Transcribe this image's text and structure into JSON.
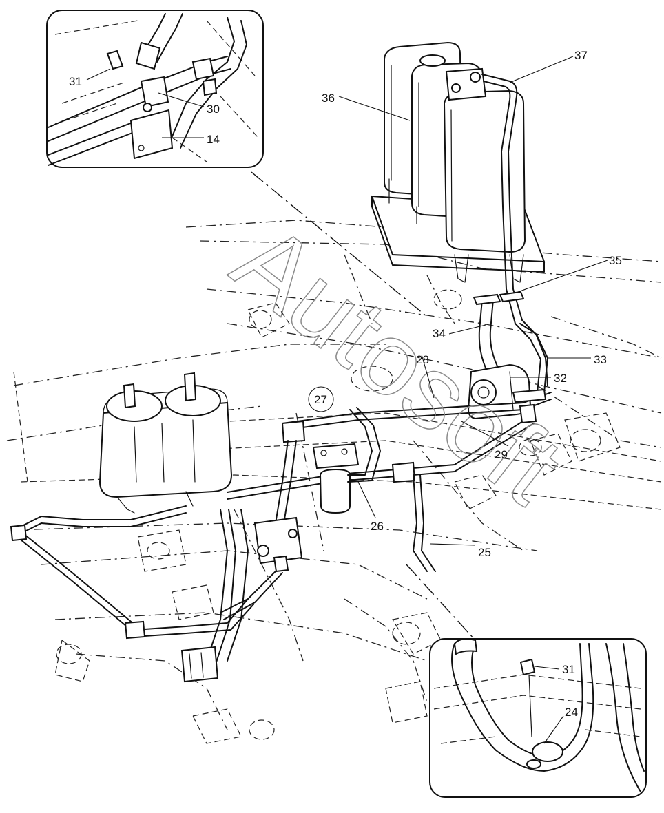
{
  "watermark": "Autosoft",
  "callouts": {
    "c14": "14",
    "c24": "24",
    "c25": "25",
    "c26": "26",
    "c27": "27",
    "c28": "28",
    "c29": "29",
    "c30": "30",
    "c31a": "31",
    "c31b": "31",
    "c32": "32",
    "c33": "33",
    "c34": "34",
    "c35": "35",
    "c36": "36",
    "c37": "37"
  }
}
